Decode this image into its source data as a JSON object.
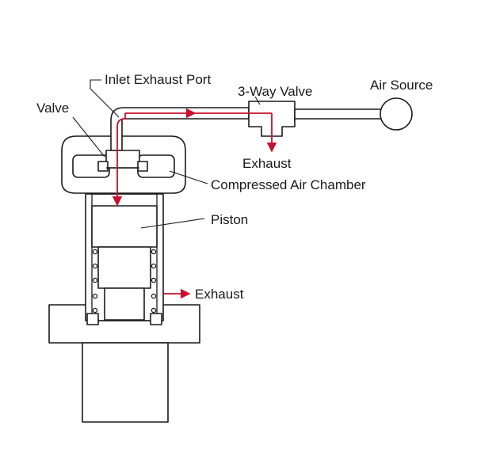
{
  "labels": {
    "inlet_exhaust_port": "Inlet Exhaust Port",
    "three_way_valve": "3-Way Valve",
    "air_source": "Air Source",
    "valve": "Valve",
    "exhaust_top": "Exhaust",
    "compressed_air_chamber": "Compressed Air Chamber",
    "piston": "Piston",
    "exhaust_side": "Exhaust"
  },
  "colors": {
    "flow_arrow": "#c8102e",
    "outline": "#1a1a1a",
    "background": "#ffffff"
  }
}
